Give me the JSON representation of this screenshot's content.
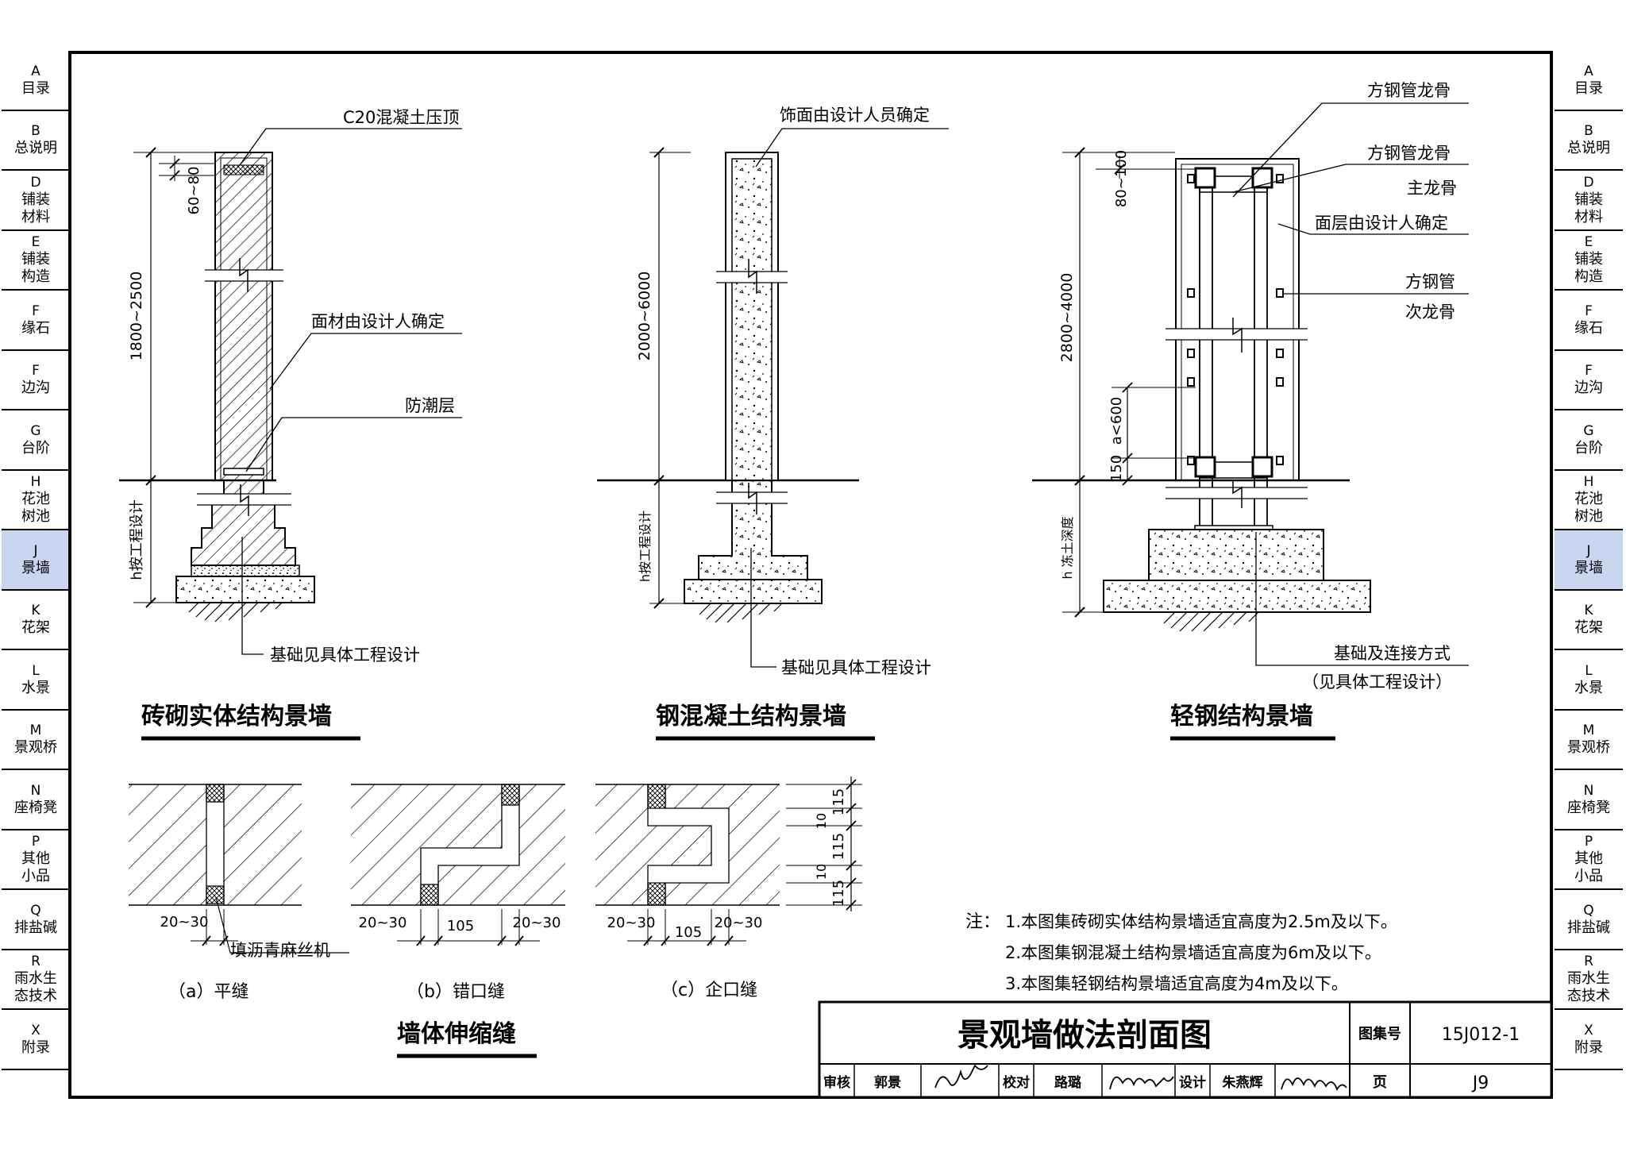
{
  "left_nav": [
    {
      "code": "A",
      "label": "目录"
    },
    {
      "code": "B",
      "label": "总说明"
    },
    {
      "code": "D",
      "label": "铺装\n材料"
    },
    {
      "code": "E",
      "label": "铺装\n构造"
    },
    {
      "code": "F",
      "label": "缘石"
    },
    {
      "code": "F",
      "label": "边沟"
    },
    {
      "code": "G",
      "label": "台阶"
    },
    {
      "code": "H",
      "label": "花池\n树池"
    },
    {
      "code": "J",
      "label": "景墙",
      "active": true
    },
    {
      "code": "K",
      "label": "花架"
    },
    {
      "code": "L",
      "label": "水景"
    },
    {
      "code": "M",
      "label": "景观桥"
    },
    {
      "code": "N",
      "label": "座椅凳"
    },
    {
      "code": "P",
      "label": "其他\n小品"
    },
    {
      "code": "Q",
      "label": "排盐碱"
    },
    {
      "code": "R",
      "label": "雨水生\n态技术"
    },
    {
      "code": "X",
      "label": "附录"
    }
  ],
  "right_nav": [
    {
      "code": "A",
      "label": "目录"
    },
    {
      "code": "B",
      "label": "总说明"
    },
    {
      "code": "D",
      "label": "铺装\n材料"
    },
    {
      "code": "E",
      "label": "铺装\n构造"
    },
    {
      "code": "F",
      "label": "缘石"
    },
    {
      "code": "F",
      "label": "边沟"
    },
    {
      "code": "G",
      "label": "台阶"
    },
    {
      "code": "H",
      "label": "花池\n树池"
    },
    {
      "code": "J",
      "label": "景墙",
      "active": true
    },
    {
      "code": "K",
      "label": "花架"
    },
    {
      "code": "L",
      "label": "水景"
    },
    {
      "code": "M",
      "label": "景观桥"
    },
    {
      "code": "N",
      "label": "座椅凳"
    },
    {
      "code": "P",
      "label": "其他\n小品"
    },
    {
      "code": "Q",
      "label": "排盐碱"
    },
    {
      "code": "R",
      "label": "雨水生\n态技术"
    },
    {
      "code": "X",
      "label": "附录"
    }
  ],
  "brick_wall": {
    "title": "砖砌实体结构景墙",
    "label_cap": "C20混凝土压顶",
    "label_face": "面材由设计人确定",
    "label_damp": "防潮层",
    "label_foundation": "基础见具体工程设计",
    "dim_cap": "60~80",
    "dim_height": "1800~2500",
    "dim_depth": "h按工程设计"
  },
  "concrete_wall": {
    "title": "钢混凝土结构景墙",
    "label_finish": "饰面由设计人员确定",
    "label_foundation": "基础见具体工程设计",
    "dim_height": "2000~6000",
    "dim_depth": "h按工程设计"
  },
  "steel_wall": {
    "title": "轻钢结构景墙",
    "label_1": "方钢管龙骨",
    "label_2": "方钢管龙骨",
    "label_3": "主龙骨",
    "label_4": "面层由设计人确定",
    "label_5": "方钢管",
    "label_6": "次龙骨",
    "label_7": "基础及连接方式",
    "label_8": "（见具体工程设计）",
    "dim_top": "80~100",
    "dim_height": "2800~4000",
    "dim_spacing": "a<600",
    "dim_150": "150",
    "dim_depth": "h 冻土深度"
  },
  "joints": {
    "title": "墙体伸缩缝",
    "a_caption": "（a）平缝",
    "a_dim": "20~30",
    "a_note": "填沥青麻丝机",
    "b_caption": "（b）错口缝",
    "b_dim_left": "20~30",
    "b_dim_mid": "105",
    "b_dim_right": "20~30",
    "c_caption": "（c）企口缝",
    "c_dim_left": "20~30",
    "c_dim_mid": "105",
    "c_dim_right": "20~30",
    "c_v1": "115",
    "c_v2": "10",
    "c_v3": "115",
    "c_v4": "10",
    "c_v5": "115"
  },
  "notes": {
    "label": "注：",
    "n1": "1.本图集砖砌实体结构景墙适宜高度为2.5m及以下。",
    "n2": "2.本图集钢混凝土结构景墙适宜高度为6m及以下。",
    "n3": "3.本图集轻钢结构景墙适宜高度为4m及以下。"
  },
  "title_block": {
    "title": "景观墙做法剖面图",
    "atlas_label": "图集号",
    "atlas_no": "15J012-1",
    "page_label": "页",
    "page_no": "J9",
    "review_label": "审核",
    "review_name": "郭景",
    "check_label": "校对",
    "check_name": "路璐",
    "design_label": "设计",
    "design_name": "朱燕辉"
  }
}
